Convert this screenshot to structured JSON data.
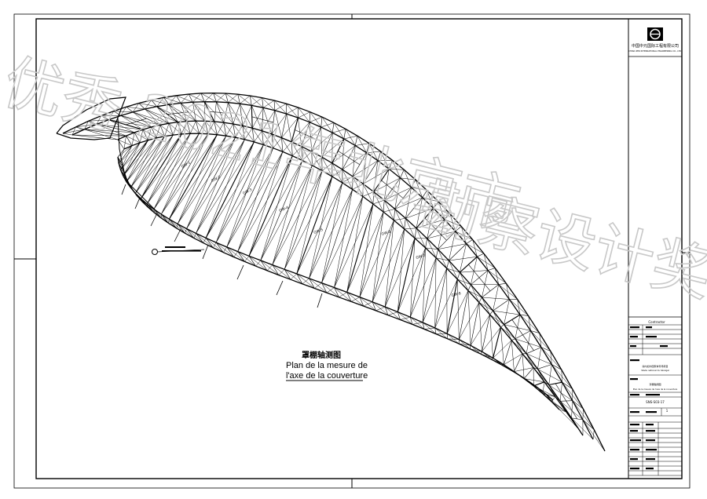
{
  "company": {
    "name_cn": "中国中元国际工程有限公司",
    "name_en": "CHINA IPPR INTERNATIONAL ENGINEERING CO., LTD."
  },
  "drawing": {
    "caption_cn": "罩棚轴测图",
    "caption_fr_line1": "Plan de la mesure de",
    "caption_fr_line2": "l'axe de la couverture"
  },
  "watermark": {
    "line1": "优秀 2021年北京市",
    "line2": "勘察设计奖"
  },
  "title_block": {
    "contractor_label": "Contractor",
    "project_name": "Stade national du Sénégal",
    "project_cn": "塞内加尔国家体育场项目",
    "sheet_title_cn": "罩棚轴测图",
    "sheet_title_fr": "Plan de la mesure de l'axe de la couverture",
    "drawing_no": "SNS-S03-17",
    "sheet_no": "1"
  },
  "member_labels": [
    "GW-1",
    "GW-2",
    "GW-3",
    "GW-4",
    "GW-5",
    "GW-6",
    "GW-7",
    "GW-8"
  ]
}
